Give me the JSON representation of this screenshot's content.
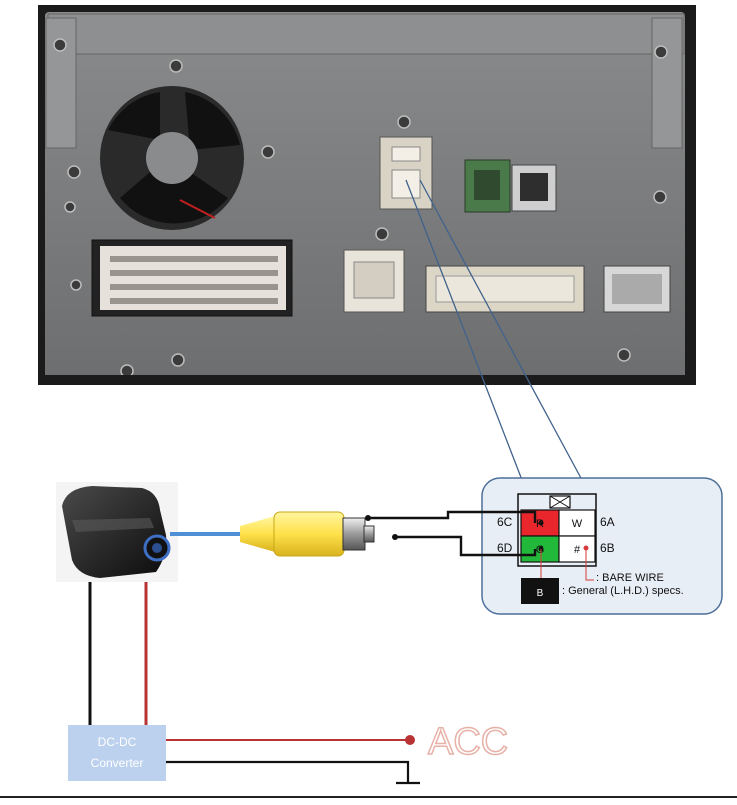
{
  "pins": [
    {
      "id": "6C",
      "label": "6C",
      "code": "R",
      "color": "#e8262b"
    },
    {
      "id": "6A",
      "label": "6A",
      "code": "W",
      "color": "#ffffff"
    },
    {
      "id": "6D",
      "label": "6D",
      "code": "G",
      "color": "#22b83a"
    },
    {
      "id": "6B",
      "label": "6B",
      "code": "#",
      "color": "#ffffff"
    }
  ],
  "bare_wire_label": ": BARE WIRE",
  "legend": {
    "swatch": "B",
    "text": ": General (L.H.D.) specs."
  },
  "converter_label": {
    "line1": "DC-DC",
    "line2": "Converter"
  },
  "acc_label": "ACC",
  "colors": {
    "callout_fill": "#e8eef6",
    "callout_stroke": "#4d6f99",
    "zoom_line": "#40628c",
    "video_cable": "#4f8fd6",
    "rca_plug": "#ffe14a",
    "power_wire": "#b83333",
    "ground_wire": "#111111",
    "converter": "#bcd1ee",
    "acc_text": "#e7b1a8",
    "unit_body": "#7c7d7e"
  },
  "icons": {
    "camera": "backup-camera",
    "unit": "head-unit-rear",
    "ground": "ground-symbol"
  }
}
